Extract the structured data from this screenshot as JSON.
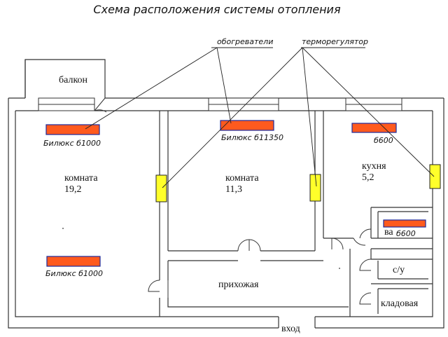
{
  "title": "Схема расположения системы отопления",
  "labels": {
    "heaters": "обогреватели",
    "thermostat": "терморегулятор"
  },
  "rooms": {
    "balcony": "балкон",
    "room1": "комната",
    "room1_area": "19,2",
    "room2": "комната",
    "room2_area": "11,3",
    "kitchen": "кухня",
    "kitchen_area": "5,2",
    "bath": "ва",
    "wc": "с/у",
    "storage": "кладовая",
    "hall": "прихожая",
    "entrance": "вход"
  },
  "heaters": {
    "room1_top": "Билюкс б1000",
    "room1_bottom": "Билюкс б1000",
    "room2": "Билюкс б11350",
    "kitchen": "б600",
    "bath": "б600"
  },
  "colors": {
    "heater_fill": "#ff5a1e",
    "heater_border": "#1a2a9c",
    "thermostat_fill": "#ffff2a",
    "wall": "#333333"
  }
}
